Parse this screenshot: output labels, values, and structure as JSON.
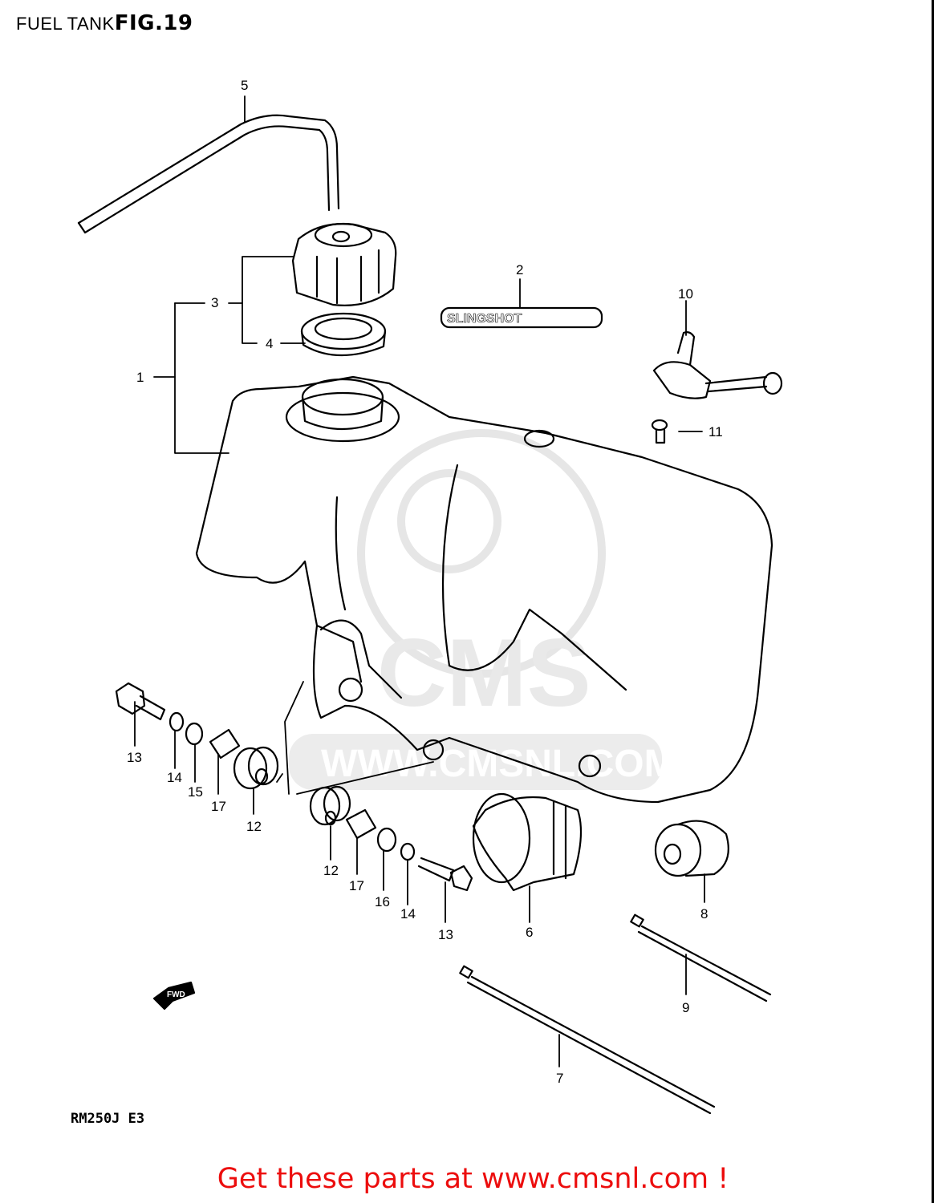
{
  "header": {
    "title": "FUEL TANK",
    "figure": "FIG.19"
  },
  "model": "RM250J  E3",
  "watermark": {
    "logo_text": "CMS",
    "url_text": "WWW.CMSNL.COM"
  },
  "slingshot_decal": "SLINGSHOT",
  "fwd_arrow": "FWD",
  "callouts": [
    "1",
    "2",
    "3",
    "4",
    "5",
    "6",
    "7",
    "8",
    "9",
    "10",
    "11",
    "12",
    "12",
    "13",
    "13",
    "14",
    "14",
    "15",
    "16",
    "17",
    "17"
  ],
  "cta": "Get these parts at www.cmsnl.com !",
  "colors": {
    "cta": "#ec0d0d",
    "line": "#000000",
    "watermark": "#e6e6e6"
  }
}
